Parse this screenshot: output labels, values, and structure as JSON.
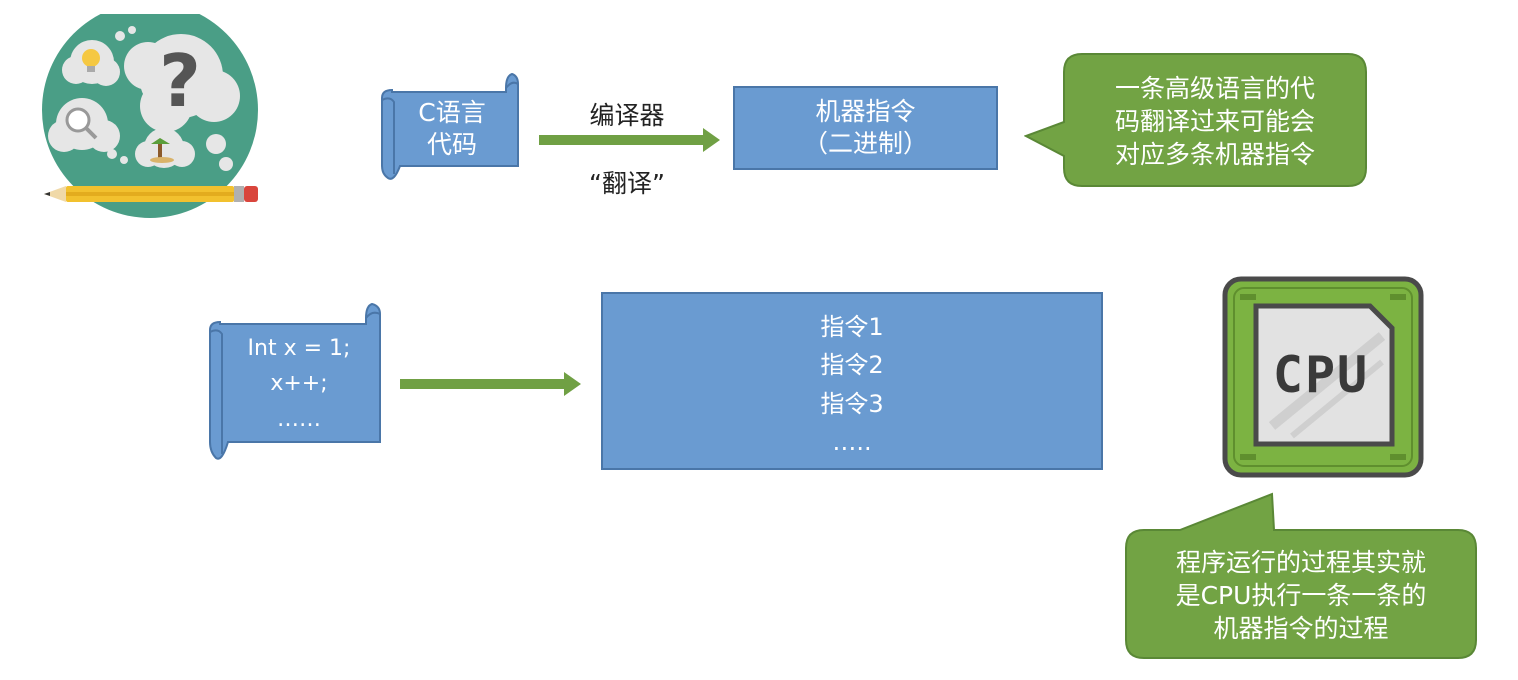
{
  "top_flow": {
    "source_scroll": {
      "line1": "C语言",
      "line2": "代码"
    },
    "arrow_label_top": "编译器",
    "arrow_label_bottom": "“翻译”",
    "target_box": {
      "line1": "机器指令",
      "line2": "（二进制）"
    },
    "callout": {
      "line1": "一条高级语言的代",
      "line2": "码翻译过来可能会",
      "line3": "对应多条机器指令"
    }
  },
  "bottom_flow": {
    "code_scroll": {
      "line1": "Int x = 1;",
      "line2": "x++;",
      "line3": "……"
    },
    "instruction_box": {
      "line1": "指令1",
      "line2": "指令2",
      "line3": "指令3",
      "line4": "….."
    },
    "cpu_label": "CPU",
    "callout": {
      "line1": "程序运行的过程其实就",
      "line2": "是CPU执行一条一条的",
      "line3": "机器指令的过程"
    }
  },
  "colors": {
    "scroll_blue": "#6a9bd1",
    "scroll_dark": "#4a76a8",
    "arrow_green": "#70a044",
    "callout_green": "#72a344",
    "cpu_green": "#7cb342",
    "teal_circle": "#4a9e86",
    "pencil_yellow": "#f2c12e",
    "pencil_red": "#d9453c"
  }
}
